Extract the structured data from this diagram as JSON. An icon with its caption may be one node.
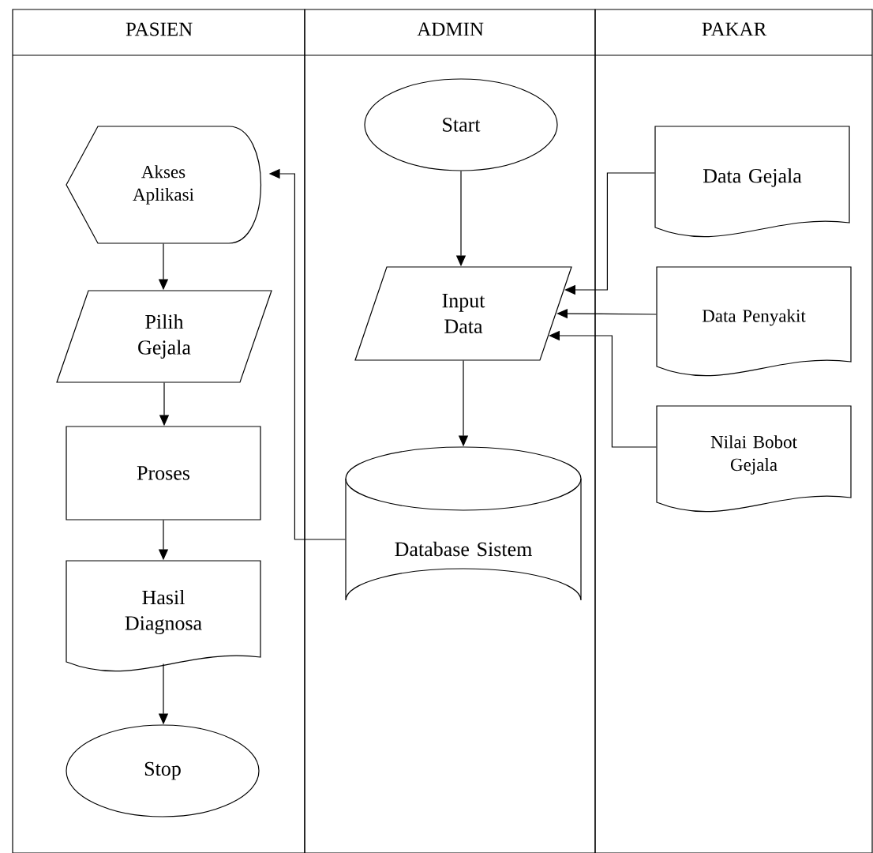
{
  "diagram": {
    "nodes": [
      {
        "text": [
          "PASIEN"
        ]
      },
      {
        "text": [
          "ADMIN"
        ]
      },
      {
        "text": [
          "PAKAR"
        ]
      },
      {
        "text": [
          "Start"
        ],
        "in": 1
      },
      {
        "text": [
          "Akses Aplikasi"
        ],
        "in": 0
      },
      {
        "text": [
          "Data Gejala"
        ],
        "in": 2
      },
      {
        "text": [
          "Input Data"
        ],
        "in": 1
      },
      {
        "text": [
          "Data Penyakit"
        ],
        "in": 2
      },
      {
        "text": [
          "Pilih Gejala"
        ],
        "in": 0
      },
      {
        "text": [
          "Nilai Bobot Gejala"
        ],
        "in": 2
      },
      {
        "text": [
          "Proses"
        ],
        "in": 0
      },
      {
        "text": [
          "Database Sistem"
        ],
        "in": 1
      },
      {
        "text": [
          "Hasil Diagnosa"
        ],
        "in": 0
      },
      {
        "text": [
          "Stop"
        ],
        "in": 0
      }
    ],
    "edges": [
      {
        "from": 3,
        "to": 6,
        "arrow": "to"
      },
      {
        "from": 6,
        "to": 11,
        "arrow": "to"
      },
      {
        "from": 4,
        "to": 8,
        "arrow": "to"
      },
      {
        "from": 8,
        "to": 10,
        "arrow": "to"
      },
      {
        "from": 10,
        "to": 12,
        "arrow": "to"
      },
      {
        "from": 12,
        "to": 13,
        "arrow": "to"
      },
      {
        "from": 11,
        "to": 4,
        "arrow": "to"
      },
      {
        "from": 5,
        "to": 6,
        "arrow": "to"
      },
      {
        "from": 7,
        "to": 6,
        "arrow": "to"
      },
      {
        "from": 9,
        "to": 6,
        "arrow": "to"
      }
    ]
  }
}
